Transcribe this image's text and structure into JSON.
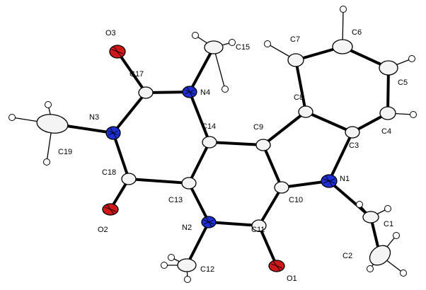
{
  "labels": {
    "O1": "O1",
    "O2": "O2",
    "O3": "O3",
    "N1": "N1",
    "N2": "N2",
    "N3": "N3",
    "N4": "N4",
    "C1": "C1",
    "C2": "C2",
    "C3": "C3",
    "C4": "C4",
    "C5": "C5",
    "C6": "C6",
    "C7": "C7",
    "C8": "C8",
    "C9": "C9",
    "C10": "C10",
    "C11": "C11",
    "C12": "C12",
    "C13": "C13",
    "C14": "C14",
    "C15": "C15",
    "C17": "C17",
    "C18": "C18",
    "C19": "C19"
  },
  "colors": {
    "carbon": "#f4f4f4",
    "nitrogen": "#1e2fd6",
    "oxygen": "#d01818",
    "hydrogen": "#ffffff",
    "outline": "#000000"
  }
}
